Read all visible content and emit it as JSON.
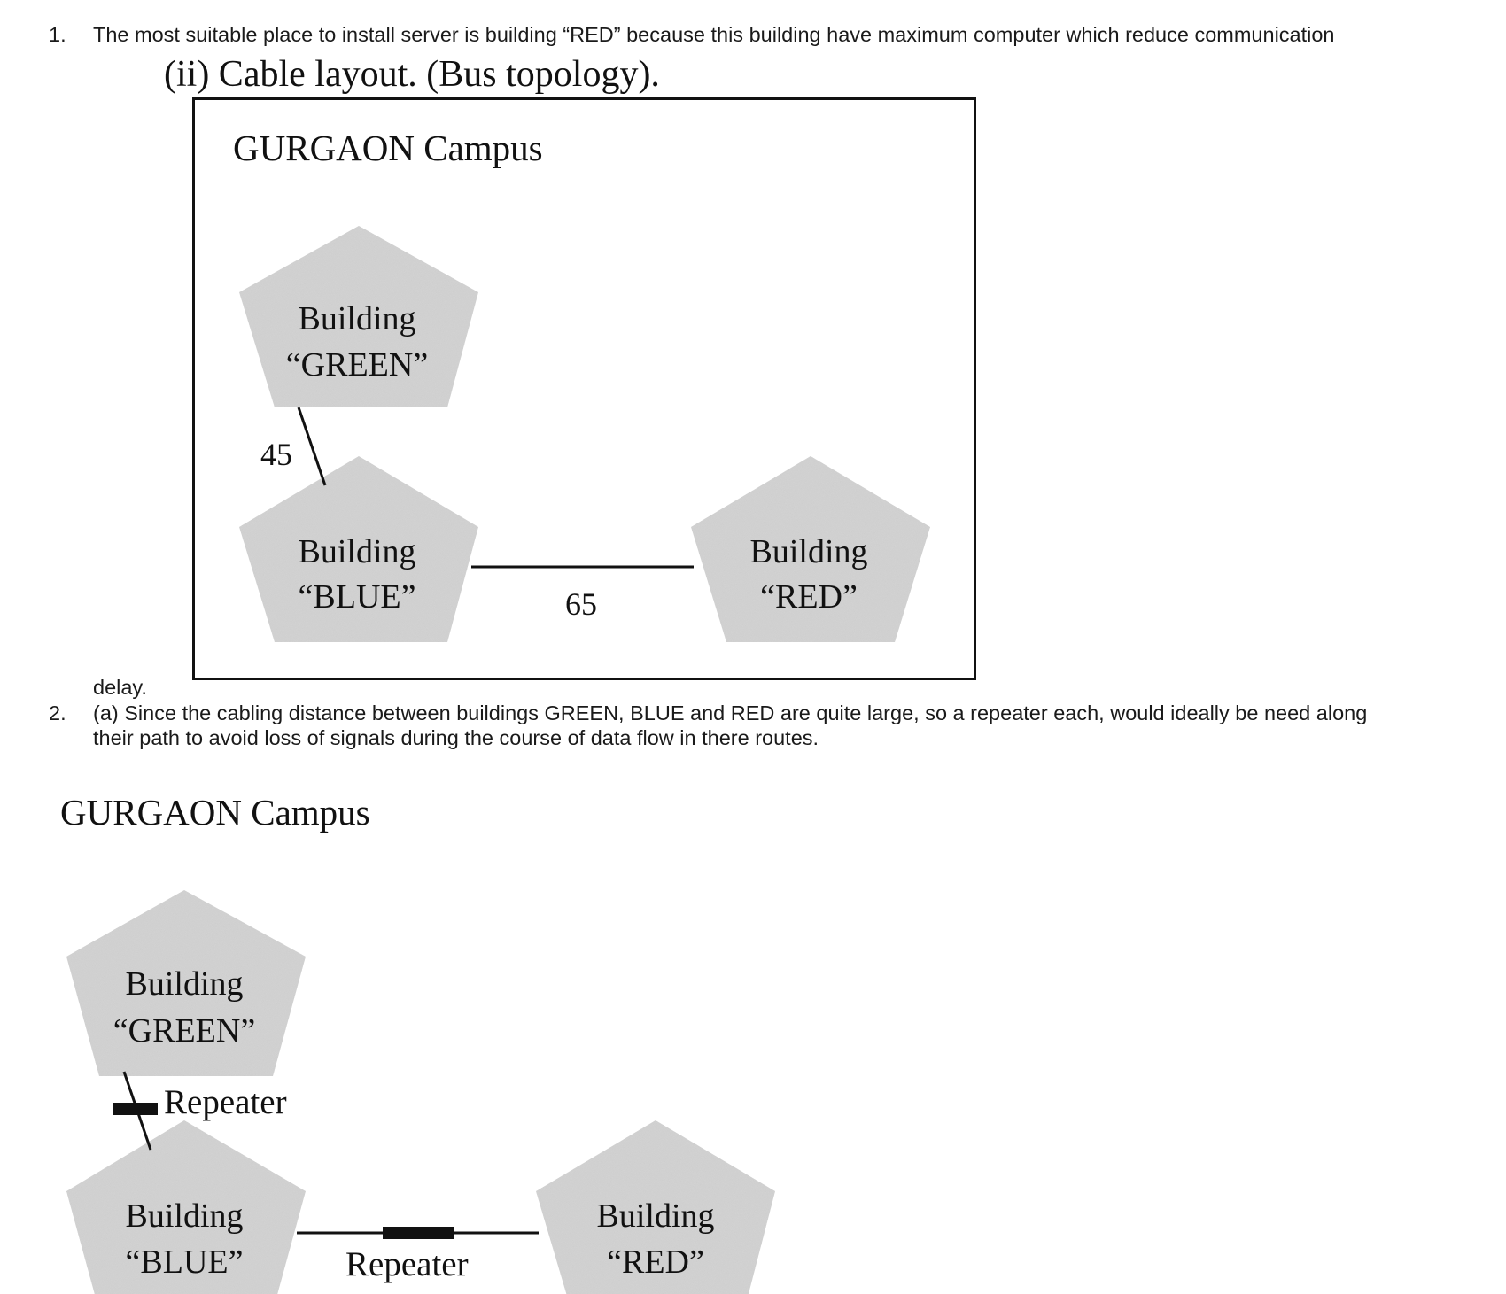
{
  "items": [
    {
      "marker": "1.",
      "line1": "The most suitable place to install server is building “RED” because this building have maximum computer which reduce communication",
      "line2": "delay."
    },
    {
      "marker": "2.",
      "line1": "(a) Since the cabling distance between buildings GREEN, BLUE and RED are quite large, so a repeater each, would ideally be need along",
      "line2": "their path to avoid loss of signals during the course of data flow in there routes."
    }
  ],
  "figure1": {
    "heading": "(ii)  Cable layout. (Bus topology).",
    "campus": "GURGAON Campus",
    "buildings": [
      {
        "id": "green",
        "line1": "Building",
        "line2": "“GREEN”"
      },
      {
        "id": "blue",
        "line1": "Building",
        "line2": "“BLUE”"
      },
      {
        "id": "red",
        "line1": "Building",
        "line2": "“RED”"
      }
    ],
    "distances": {
      "green_blue": "45",
      "blue_red": "65"
    }
  },
  "figure2": {
    "campus": "GURGAON Campus",
    "buildings": [
      {
        "id": "green",
        "line1": "Building",
        "line2": "“GREEN”"
      },
      {
        "id": "blue",
        "line1": "Building",
        "line2": "“BLUE”"
      },
      {
        "id": "red",
        "line1": "Building",
        "line2": "“RED”"
      }
    ],
    "repeater_label_1": "Repeater",
    "repeater_label_2": "Repeater"
  },
  "colors": {
    "text": "#1a1a1a",
    "building_fill": "#cfcfcf",
    "line": "#111111"
  }
}
